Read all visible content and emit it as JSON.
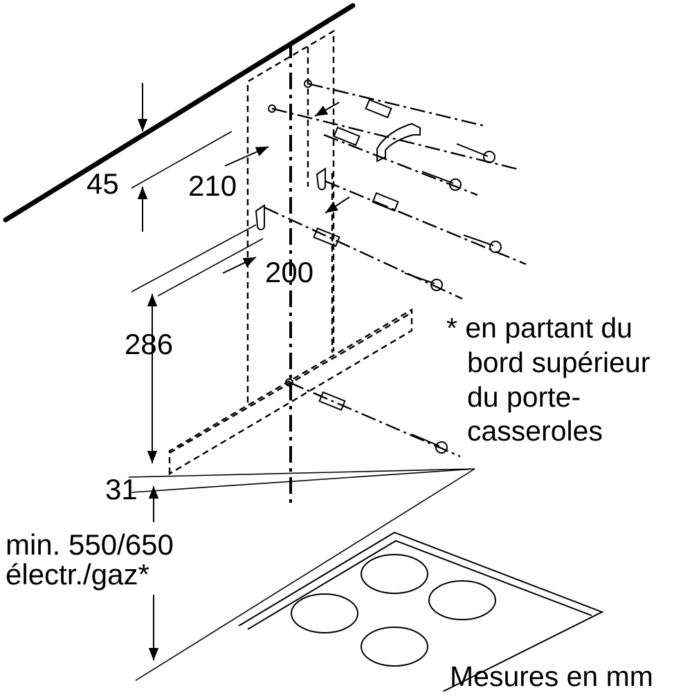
{
  "diagram": {
    "dimensions": {
      "d45": "45",
      "d210": "210",
      "d200": "200",
      "d286": "286",
      "d31": "31",
      "min_line1": "min. 550/650",
      "min_line2": "électr./gaz*"
    },
    "note": {
      "line1": "* en partant du",
      "line2": "bord supérieur",
      "line3": "du porte-",
      "line4": "casseroles"
    },
    "units": "Mesures en mm"
  }
}
